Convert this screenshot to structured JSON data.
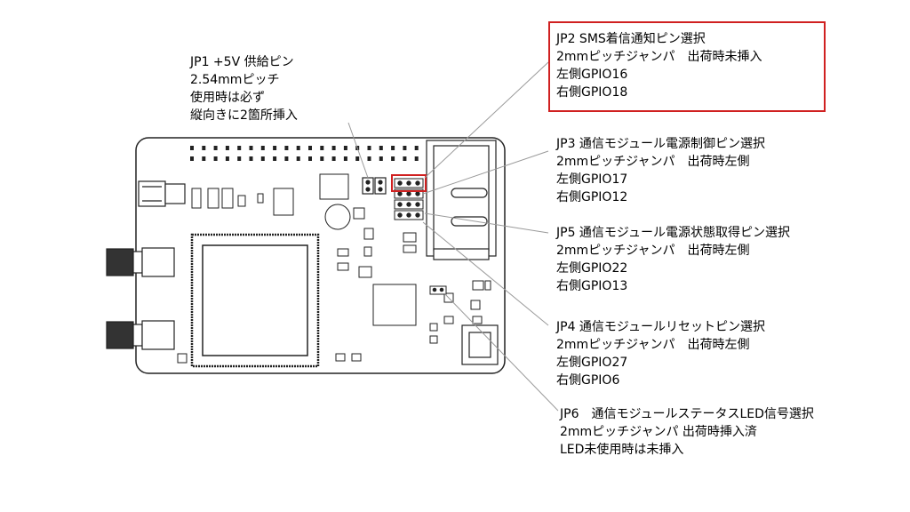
{
  "colors": {
    "highlight": "#d02020",
    "line": "#222222",
    "board_fill": "#ffffff",
    "leader": "#9a9a9a"
  },
  "labels": {
    "jp1": [
      "JP1 +5V 供給ピン",
      "2.54mmピッチ",
      "使用時は必ず",
      "縦向きに2箇所挿入"
    ],
    "jp2": [
      "JP2 SMS着信通知ピン選択",
      "2mmピッチジャンパ　出荷時未挿入",
      "左側GPIO16",
      "右側GPIO18"
    ],
    "jp3": [
      "JP3 通信モジュール電源制御ピン選択",
      "2mmピッチジャンパ　出荷時左側",
      "左側GPIO17",
      "右側GPIO12"
    ],
    "jp5": [
      "JP5 通信モジュール電源状態取得ピン選択",
      "2mmピッチジャンパ　出荷時左側",
      "左側GPIO22",
      "右側GPIO13"
    ],
    "jp4": [
      "JP4 通信モジュールリセットピン選択",
      "2mmピッチジャンパ　出荷時左側",
      "左側GPIO27",
      "右側GPIO6"
    ],
    "jp6": [
      "JP6　通信モジュールステータスLED信号選択",
      "2mmピッチジャンパ 出荷時挿入済",
      "LED未使用時は未挿入"
    ]
  }
}
